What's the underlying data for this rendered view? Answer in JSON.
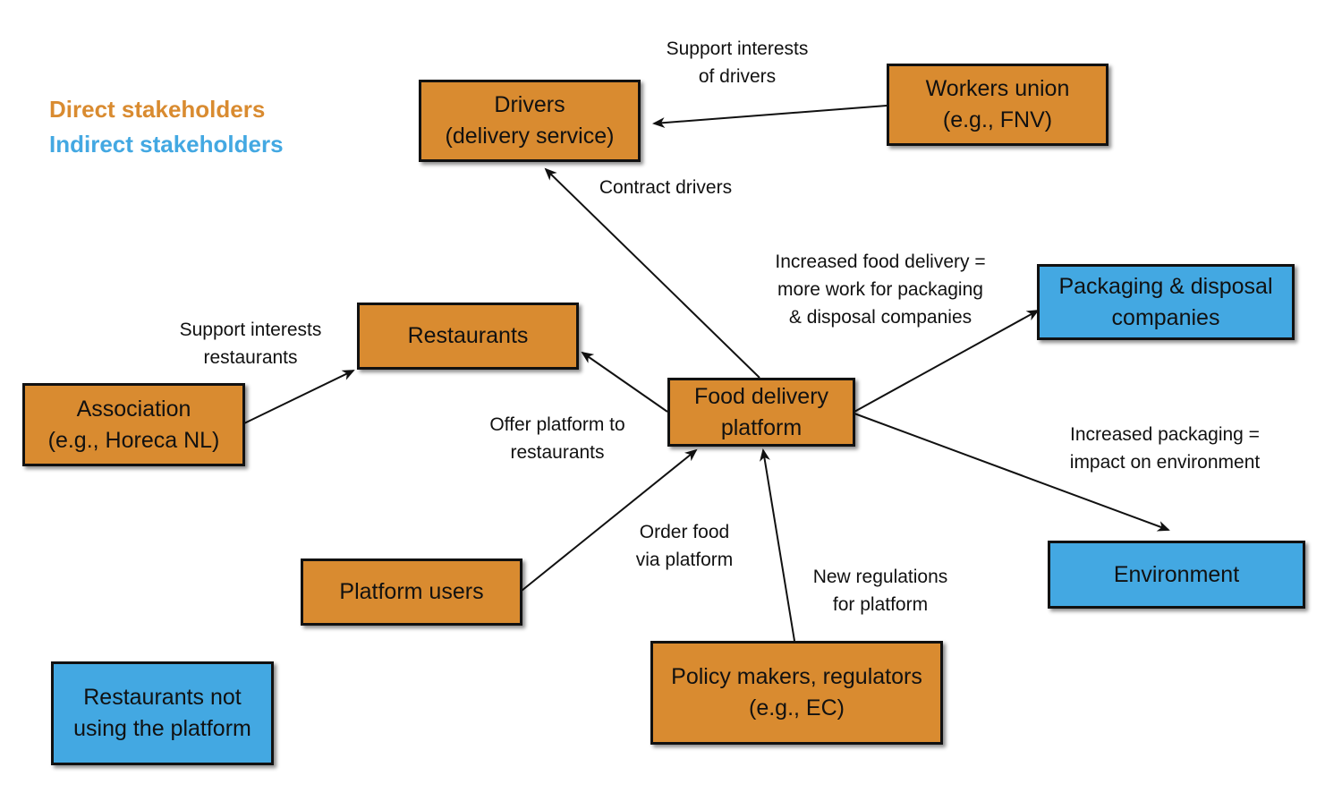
{
  "legend": {
    "direct": "Direct stakeholders",
    "indirect": "Indirect stakeholders",
    "direct_color": "#d98b30",
    "indirect_color": "#43a8e2"
  },
  "nodes": {
    "drivers": [
      "Drivers",
      "(delivery service)"
    ],
    "workers_union": [
      "Workers union",
      "(e.g., FNV)"
    ],
    "restaurants": [
      "Restaurants"
    ],
    "association": [
      "Association",
      "(e.g., Horeca NL)"
    ],
    "platform": [
      "Food delivery",
      "platform"
    ],
    "packaging": [
      "Packaging & disposal",
      "companies"
    ],
    "environment": [
      "Environment"
    ],
    "platform_users": [
      "Platform users"
    ],
    "policy_makers": [
      "Policy makers, regulators",
      "(e.g., EC)"
    ],
    "restaurants_not": [
      "Restaurants not",
      "using the platform"
    ]
  },
  "edges": {
    "union_to_drivers": [
      "Support interests",
      "of drivers"
    ],
    "platform_to_drivers": [
      "Contract drivers"
    ],
    "platform_to_packaging": [
      "Increased food delivery =",
      "more work for packaging",
      "& disposal companies"
    ],
    "association_to_restaurants": [
      "Support interests",
      "restaurants"
    ],
    "platform_to_restaurants": [
      "Offer platform to",
      "restaurants"
    ],
    "platform_to_environment": [
      "Increased packaging =",
      "impact on environment"
    ],
    "users_to_platform": [
      "Order food",
      "via platform"
    ],
    "policy_to_platform": [
      "New regulations",
      "for platform"
    ]
  }
}
